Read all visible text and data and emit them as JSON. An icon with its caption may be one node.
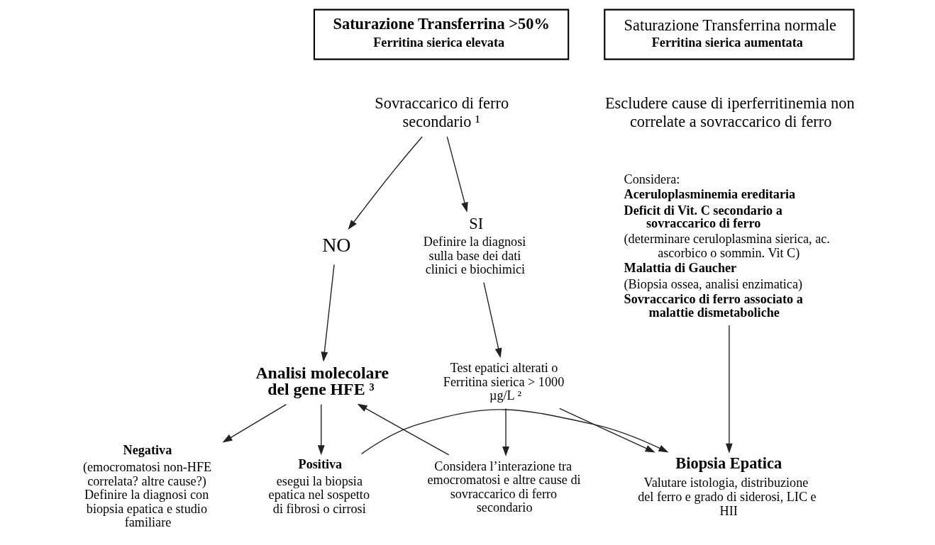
{
  "diagram": {
    "nodes": [
      {
        "text": [
          "Saturazione Transferrina >50%",
          "Ferritina sierica elevata"
        ]
      },
      {
        "text": [
          "Saturazione Transferrina normale",
          "Ferritina sierica aumentata"
        ]
      },
      {
        "text": [
          "Sovraccarico di ferro secondario ¹"
        ]
      },
      {
        "text": [
          "Escludere cause di iperferritinemia non correlate a sovraccarico di ferro"
        ]
      },
      {
        "text": [
          "NO"
        ]
      },
      {
        "text": [
          "SI",
          "Definire la diagnosi sulla base dei dati clinici e biochimici"
        ]
      },
      {
        "text": [
          "Considera:",
          "Aceruloplasminemia ereditaria",
          "Deficit di Vit. C secondario a sovraccarico di ferro",
          "(determinare ceruloplasmina sierica, ac. ascorbico o sommin. Vit C)",
          "Malattia di Gaucher",
          "(Biopsia ossea, analisi enzimatica)",
          "Sovraccarico di ferro associato a malattie dismetaboliche"
        ]
      },
      {
        "text": [
          "Analisi molecolare del gene HFE ³"
        ]
      },
      {
        "text": [
          "Test epatici alterati o Ferritina sierica > 1000 µg/L ²"
        ]
      },
      {
        "text": [
          "Considera l’interazione tra emocromatosi e altre cause di sovraccarico di ferro secondario"
        ]
      },
      {
        "text": [
          "Negativa",
          "(emocromatosi non-HFE correlata? altre cause?) Definire la diagnosi con biopsia epatica e studio familiare"
        ]
      },
      {
        "text": [
          "Positiva",
          "esegui la biopsia epatica nel sospetto di fibrosi o cirrosi"
        ]
      },
      {
        "text": [
          "Biopsia Epatica",
          "Valutare istologia, distribuzione del ferro e grado di siderosi, LIC e HII"
        ]
      }
    ],
    "edges": [
      {
        "from": 2,
        "to": 4,
        "arrow": "to"
      },
      {
        "from": 2,
        "to": 5,
        "arrow": "to"
      },
      {
        "from": 4,
        "to": 7,
        "arrow": "to"
      },
      {
        "from": 5,
        "to": 8,
        "arrow": "to"
      },
      {
        "from": 8,
        "to": 9,
        "arrow": "to"
      },
      {
        "from": 9,
        "to": 7,
        "arrow": "to"
      },
      {
        "from": 8,
        "to": 12,
        "arrow": "to"
      },
      {
        "from": 7,
        "to": 10,
        "arrow": "to"
      },
      {
        "from": 7,
        "to": 11,
        "arrow": "to"
      },
      {
        "from": 11,
        "to": 12,
        "arrow": "to"
      },
      {
        "from": 6,
        "to": 12,
        "arrow": "to"
      }
    ]
  }
}
